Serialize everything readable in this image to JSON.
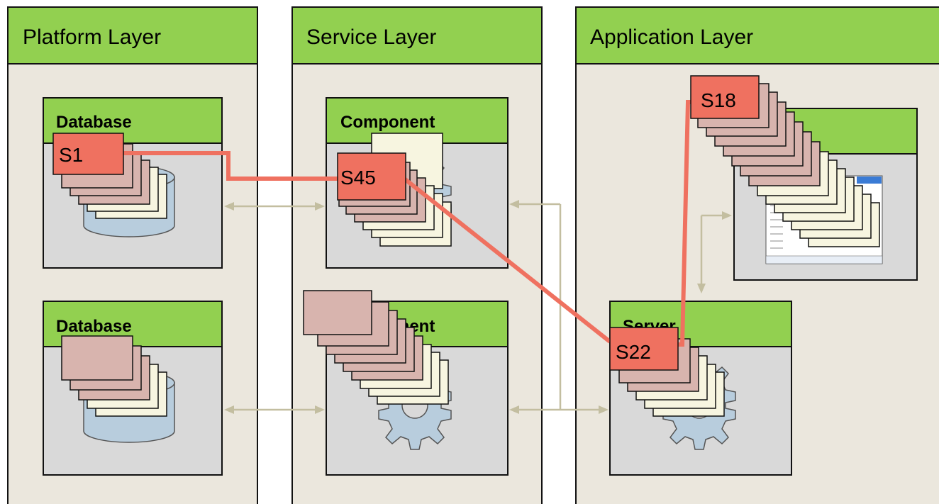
{
  "layers": {
    "platform": {
      "title": "Platform Layer"
    },
    "service": {
      "title": "Service Layer"
    },
    "application": {
      "title": "Application Layer"
    }
  },
  "boxes": {
    "database_1": {
      "title": "Database"
    },
    "database_2": {
      "title": "Database"
    },
    "component_1": {
      "title": "Component"
    },
    "component_2": {
      "title": "Component"
    },
    "server": {
      "title": "Server"
    }
  },
  "tags": {
    "s1": "S1",
    "s45": "S45",
    "s22": "S22",
    "s18": "S18"
  },
  "icons": {
    "database": "database-cylinder-icon",
    "component": "gear-icon",
    "server": "gear-icon",
    "application": "app-window-icon"
  },
  "colors": {
    "layer_header": "#92d050",
    "layer_background": "#ebe7dd",
    "box_background": "#d9d9d9",
    "tag": "#ef7160",
    "trace_line": "#ef7160",
    "card_cream": "#f7f5e0",
    "card_pink": "#d8b4ae",
    "connector": "#c3bea0"
  }
}
